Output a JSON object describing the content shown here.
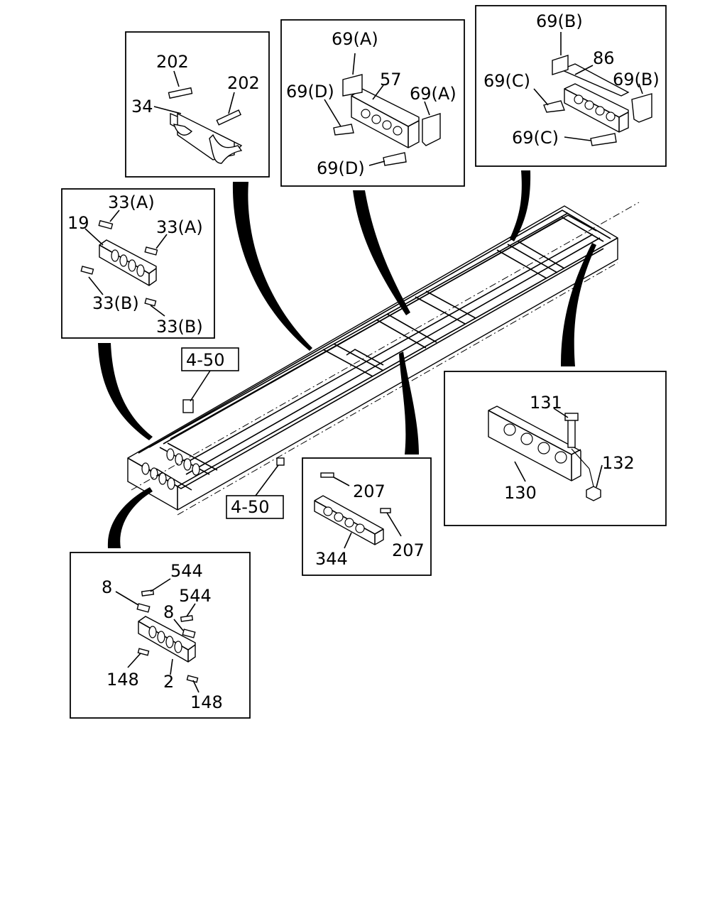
{
  "labels": {
    "p202a": "202",
    "p202b": "202",
    "p34": "34",
    "p69a1": "69(A)",
    "p57": "57",
    "p69d1": "69(D)",
    "p69a2": "69(A)",
    "p69d2": "69(D)",
    "p69b1": "69(B)",
    "p86": "86",
    "p69c1": "69(C)",
    "p69b2": "69(B)",
    "p69c2": "69(C)",
    "p33a1": "33(A)",
    "p19": "19",
    "p33a2": "33(A)",
    "p33b1": "33(B)",
    "p33b2": "33(B)",
    "ref1": "4-50",
    "ref2": "4-50",
    "p131": "131",
    "p132": "132",
    "p130": "130",
    "p207a": "207",
    "p207b": "207",
    "p344": "344",
    "p544a": "544",
    "p8a": "8",
    "p544b": "544",
    "p8b": "8",
    "p148a": "148",
    "p2": "2",
    "p148b": "148"
  }
}
